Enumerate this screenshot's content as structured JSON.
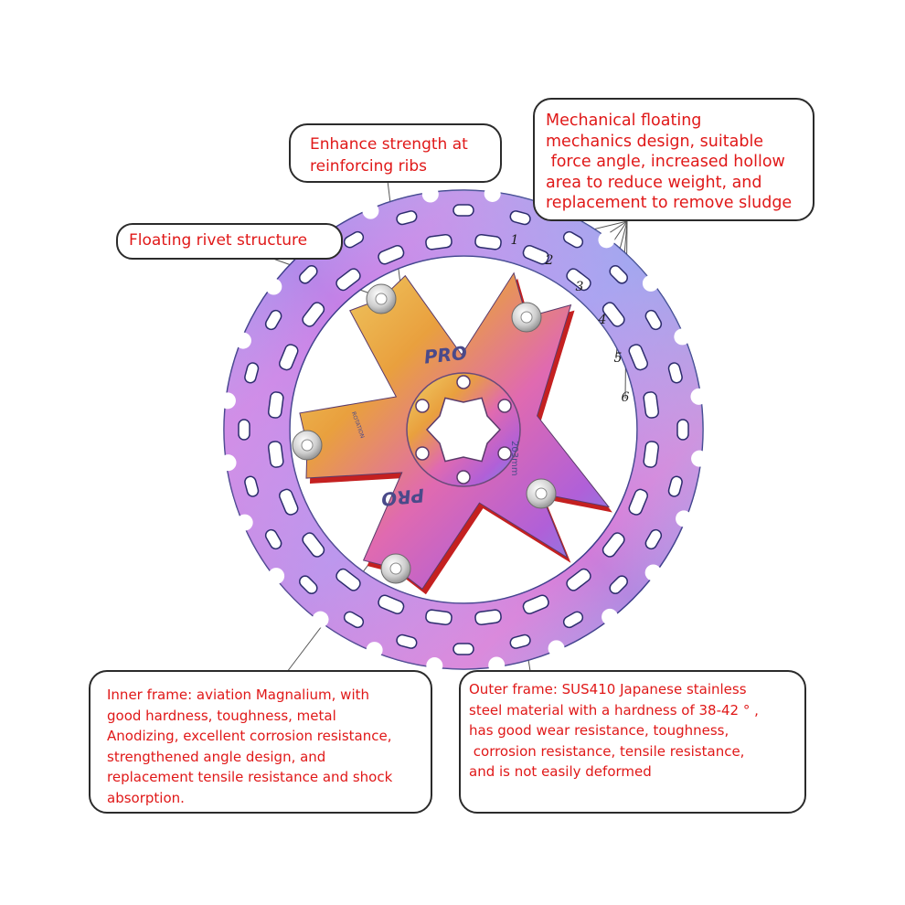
{
  "callouts": {
    "rivet": {
      "lines": [
        "Floating rivet structure"
      ]
    },
    "ribs": {
      "lines": [
        "Enhance strength at",
        "reinforcing ribs"
      ]
    },
    "floating": {
      "lines": [
        "Mechanical floating",
        "mechanics design, suitable",
        " force angle, increased hollow",
        "area to reduce weight, and",
        "replacement to remove sludge"
      ]
    },
    "inner": {
      "lines": [
        "Inner frame: aviation Magnalium, with",
        "good hardness, toughness, metal",
        "Anodizing, excellent corrosion resistance,",
        "strengthened angle design, and",
        "replacement tensile resistance and shock",
        "absorption."
      ]
    },
    "outer": {
      "lines": [
        "Outer frame: SUS410 Japanese stainless",
        "steel material with a hardness of 38-42 ° ,",
        "has good wear resistance, toughness,",
        " corrosion resistance, tensile resistance,",
        "and is not easily deformed"
      ]
    }
  },
  "numbers": [
    "1",
    "2",
    "3",
    "4",
    "5",
    "6"
  ],
  "rotor": {
    "brand_text": "PRO",
    "size_text": "203mm",
    "rotation_text": "ROTATION"
  },
  "colors": {
    "callout_text": "#e01818",
    "callout_border": "#2b2b2b",
    "leader_line": "#555555",
    "spider_edge": "#c42020"
  }
}
